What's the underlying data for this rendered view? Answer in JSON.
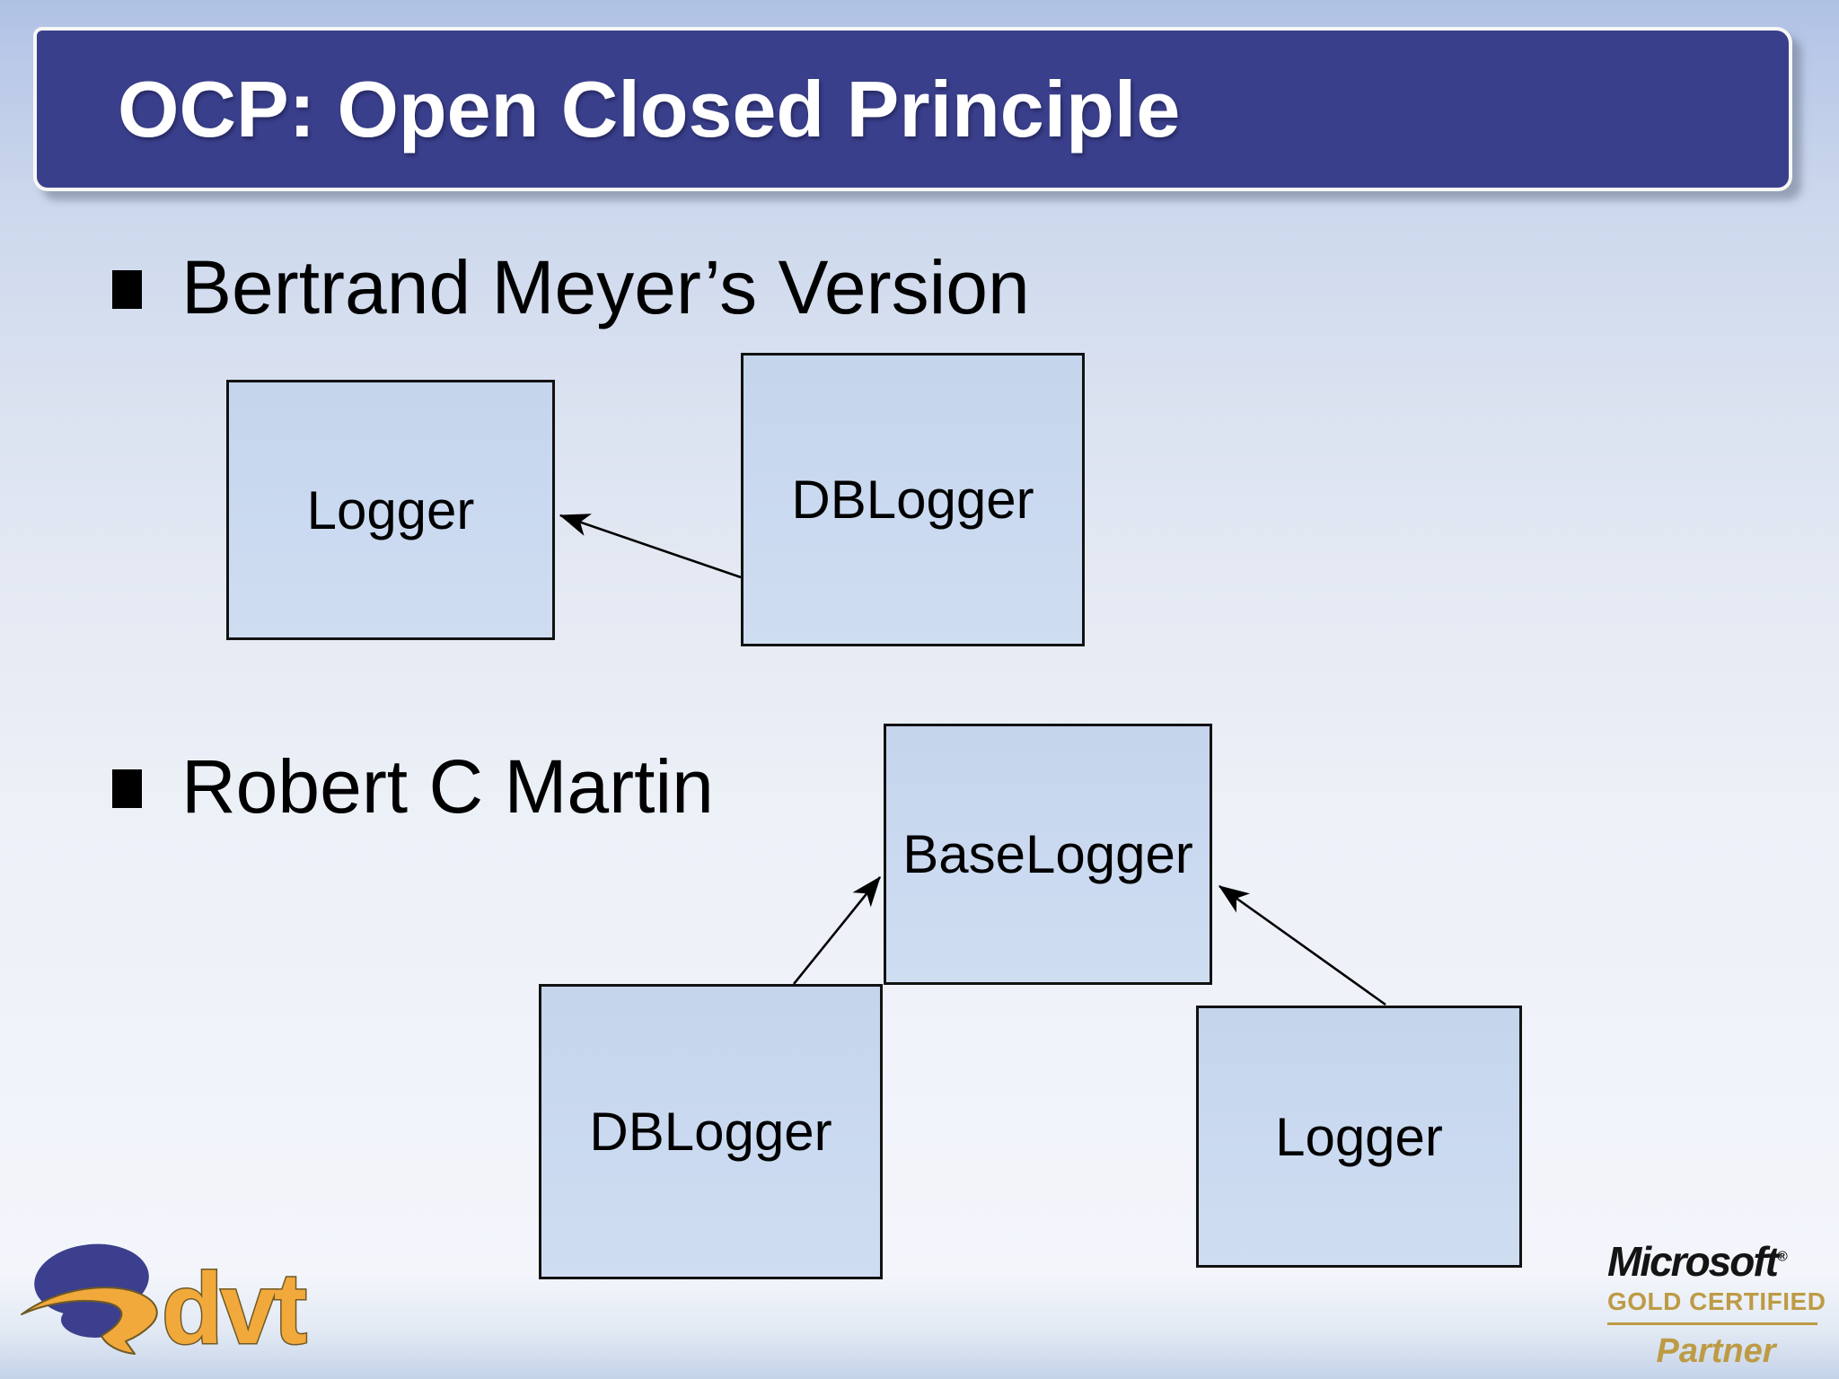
{
  "slide": {
    "title": "OCP: Open Closed Principle",
    "bullets": [
      {
        "label": "Bertrand Meyer’s Version"
      },
      {
        "label": "Robert C Martin"
      }
    ],
    "diagrams": {
      "meyer": {
        "boxes": [
          {
            "label": "Logger"
          },
          {
            "label": "DBLogger"
          }
        ]
      },
      "martin": {
        "boxes": [
          {
            "label": "BaseLogger"
          },
          {
            "label": "DBLogger"
          },
          {
            "label": "Logger"
          }
        ]
      }
    }
  },
  "footer": {
    "dvt": {
      "text": "dvt"
    },
    "microsoft": {
      "wordmark": "Microsoft",
      "registered_mark": "®",
      "certification": "GOLD CERTIFIED",
      "partner": "Partner"
    }
  },
  "colors": {
    "title_bar_blue": "#3a3f8c",
    "title_text": "#ffffff",
    "box_fill": "#c9d9ef",
    "box_border": "#121212",
    "body_text": "#000000",
    "dvt_gold": "#f2a93c",
    "dvt_blue": "#3b3f8d",
    "microsoft_gold": "#bd9b45",
    "microsoft_black": "#141414"
  }
}
